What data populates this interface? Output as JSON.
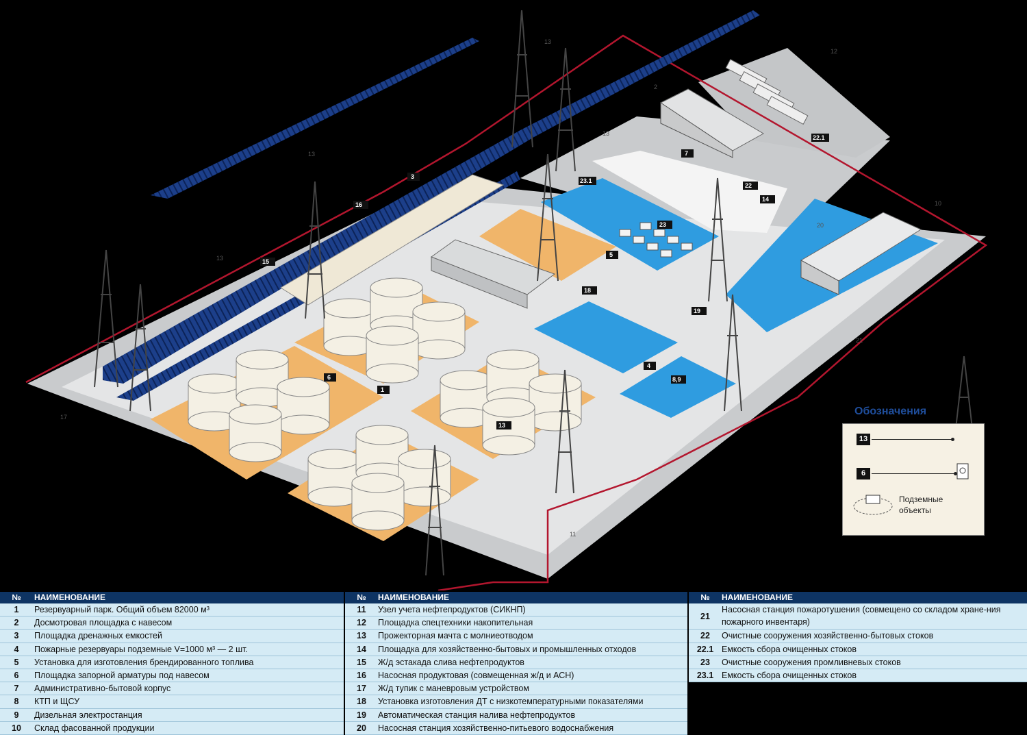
{
  "map": {
    "tank_group_tags": [
      "1",
      "6",
      "13"
    ],
    "site_tags": [
      "3",
      "5",
      "16",
      "15",
      "7",
      "22",
      "14",
      "23.1",
      "23",
      "18",
      "19",
      "4",
      "8,9",
      "22.1"
    ],
    "edge_labels": [
      "13",
      "13",
      "13",
      "13",
      "2",
      "12",
      "10",
      "20",
      "21",
      "17",
      "11"
    ]
  },
  "legend": {
    "title": "Обозначения",
    "items": [
      {
        "tag": "13",
        "icon": "lightning-mast-icon"
      },
      {
        "tag": "6",
        "icon": "valve-shed-icon"
      },
      {
        "icon": "underground-object-icon",
        "label": "Подземные объекты"
      }
    ]
  },
  "table": {
    "header_no": "№",
    "header_name": "НАИМЕНОВАНИЕ",
    "columns": [
      [
        {
          "no": "1",
          "name": "Резервуарный парк. Общий объем 82000 м³"
        },
        {
          "no": "2",
          "name": "Досмотровая площадка с навесом"
        },
        {
          "no": "3",
          "name": "Площадка дренажных емкостей"
        },
        {
          "no": "4",
          "name": "Пожарные резервуары подземные V=1000 м³ — 2 шт."
        },
        {
          "no": "5",
          "name": "Установка для изготовления брендированного топлива"
        },
        {
          "no": "6",
          "name": "Площадка запорной арматуры под навесом"
        },
        {
          "no": "7",
          "name": "Административно-бытовой корпус"
        },
        {
          "no": "8",
          "name": "КТП и ЩСУ"
        },
        {
          "no": "9",
          "name": "Дизельная электростанция"
        },
        {
          "no": "10",
          "name": "Склад фасованной продукции"
        }
      ],
      [
        {
          "no": "11",
          "name": "Узел учета нефтепродуктов (СИКНП)"
        },
        {
          "no": "12",
          "name": "Площадка спецтехники накопительная"
        },
        {
          "no": "13",
          "name": "Прожекторная мачта с молниеотводом"
        },
        {
          "no": "14",
          "name": "Площадка для хозяйственно-бытовых и промышленных отходов"
        },
        {
          "no": "15",
          "name": "Ж/д эстакада слива нефтепродуктов"
        },
        {
          "no": "16",
          "name": "Насосная продуктовая (совмещенная ж/д и АСН)"
        },
        {
          "no": "17",
          "name": "Ж/д тупик с маневровым устройством"
        },
        {
          "no": "18",
          "name": "Установка изготовления ДТ с низкотемпературными показателями"
        },
        {
          "no": "19",
          "name": "Автоматическая станция налива нефтепродуктов"
        },
        {
          "no": "20",
          "name": "Насосная станция хозяйственно-питьевого водоснабжения"
        }
      ],
      [
        {
          "no": "21",
          "name": "Насосная станция пожаротушения (совмещено со складом хране-ния пожарного инвентаря)",
          "tall": true
        },
        {
          "no": "22",
          "name": "Очистные сооружения хозяйственно-бытовых стоков"
        },
        {
          "no": "22.1",
          "name": "Емкость сбора очищенных стоков"
        },
        {
          "no": "23",
          "name": "Очистные сооружения промливневых стоков"
        },
        {
          "no": "23.1",
          "name": "Емкость сбора очищенных стоков"
        }
      ]
    ]
  }
}
